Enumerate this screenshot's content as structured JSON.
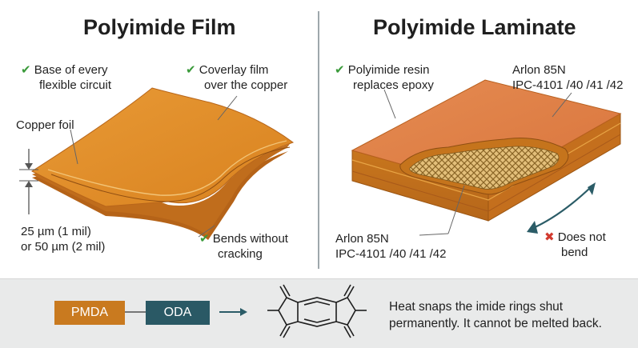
{
  "left_panel": {
    "title": "Polyimide Film",
    "label_base": [
      "Base of every",
      "flexible circuit"
    ],
    "label_coverlay": [
      "Coverlay film",
      "over the copper"
    ],
    "label_copper": "Copper foil",
    "label_thickness": [
      "25 µm (1 mil)",
      "or 50 µm (2 mil)"
    ],
    "label_bends": [
      "Bends without",
      "cracking"
    ]
  },
  "right_panel": {
    "title": "Polyimide Laminate",
    "label_resin": [
      "Polyimide resin",
      "replaces epoxy"
    ],
    "label_top": [
      "Arlon 85N",
      "IPC-4101 /40 /41 /42"
    ],
    "label_bottom": [
      "Arlon 85N",
      "IPC-4101 /40 /41 /42"
    ],
    "label_nobend": [
      "Does not",
      "bend"
    ]
  },
  "bottom": {
    "box1": "PMDA",
    "box2": "ODA",
    "caption": [
      "Heat snaps the imide rings shut",
      "permanently. It cannot be melted back."
    ]
  },
  "colors": {
    "check": "#3a9a3a",
    "cross": "#d23a2f",
    "pmda": "#c97a1f",
    "oda": "#2a5965",
    "film": "#dc8a2a",
    "laminate_top": "#e48949"
  },
  "icons": [
    "check-icon",
    "cross-icon",
    "arrow-right-icon",
    "bend-arrow-icon"
  ]
}
